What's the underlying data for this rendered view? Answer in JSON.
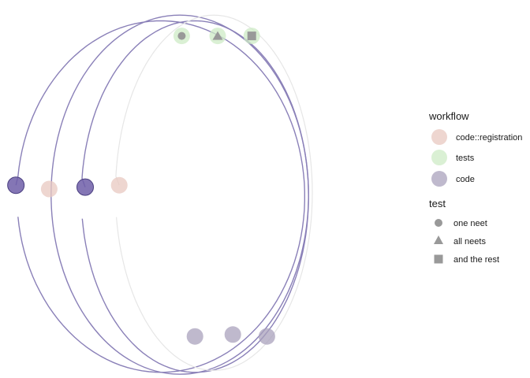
{
  "chart_data": {
    "type": "scatter",
    "title": "",
    "xlabel": "",
    "ylabel": "",
    "grid": false,
    "legend_position": "right",
    "xlim": [
      0,
      100
    ],
    "ylim": [
      0,
      100
    ],
    "colors": {
      "code::registration": "#e8c8c0",
      "tests": "#cdebc6",
      "code": "#a9a1bc",
      "dark_code": "#6e5ea8",
      "arc_dark": "#8a80b8",
      "arc_light": "#e6e6e6",
      "shape_fill": "#999999"
    },
    "points": [
      {
        "x": 4.2,
        "y": 51.0,
        "workflow": "code",
        "emphasis": "dark"
      },
      {
        "x": 13.0,
        "y": 50.0,
        "workflow": "code::registration"
      },
      {
        "x": 22.5,
        "y": 50.5,
        "workflow": "code",
        "emphasis": "dark"
      },
      {
        "x": 31.5,
        "y": 51.0,
        "workflow": "code::registration"
      },
      {
        "x": 48.0,
        "y": 90.5,
        "workflow": "tests",
        "test": "one neet"
      },
      {
        "x": 57.5,
        "y": 90.5,
        "workflow": "tests",
        "test": "all neets"
      },
      {
        "x": 66.5,
        "y": 90.5,
        "workflow": "tests",
        "test": "and the rest"
      },
      {
        "x": 51.5,
        "y": 11.0,
        "workflow": "code"
      },
      {
        "x": 61.5,
        "y": 11.5,
        "workflow": "code"
      },
      {
        "x": 70.5,
        "y": 11.0,
        "workflow": "code"
      }
    ],
    "arcs": [
      {
        "kind": "open",
        "color": "dark",
        "from": [
          4.2,
          51.0
        ],
        "cx": 42.5,
        "rx": 38.0,
        "cy": 48.0,
        "ry": 46.5
      },
      {
        "kind": "open",
        "color": "dark",
        "from": [
          22.5,
          50.5
        ],
        "cx": 51.5,
        "rx": 30.0,
        "cy": 48.0,
        "ry": 46.5
      },
      {
        "kind": "full",
        "color": "dark",
        "cx": 47.5,
        "rx": 34.0,
        "cy": 48.5,
        "ry": 47.5
      },
      {
        "kind": "open",
        "color": "light",
        "from": [
          31.5,
          51.0
        ],
        "cx": 56.5,
        "rx": 26.0,
        "cy": 49.0,
        "ry": 47.0
      }
    ],
    "legend": {
      "workflow": {
        "title": "workflow",
        "items": [
          {
            "label": "code::registration",
            "key": "code::registration"
          },
          {
            "label": "tests",
            "key": "tests"
          },
          {
            "label": "code",
            "key": "code"
          }
        ]
      },
      "test": {
        "title": "test",
        "items": [
          {
            "label": "one neet",
            "shape": "circle"
          },
          {
            "label": "all neets",
            "shape": "triangle"
          },
          {
            "label": "and the rest",
            "shape": "square"
          }
        ]
      }
    }
  }
}
